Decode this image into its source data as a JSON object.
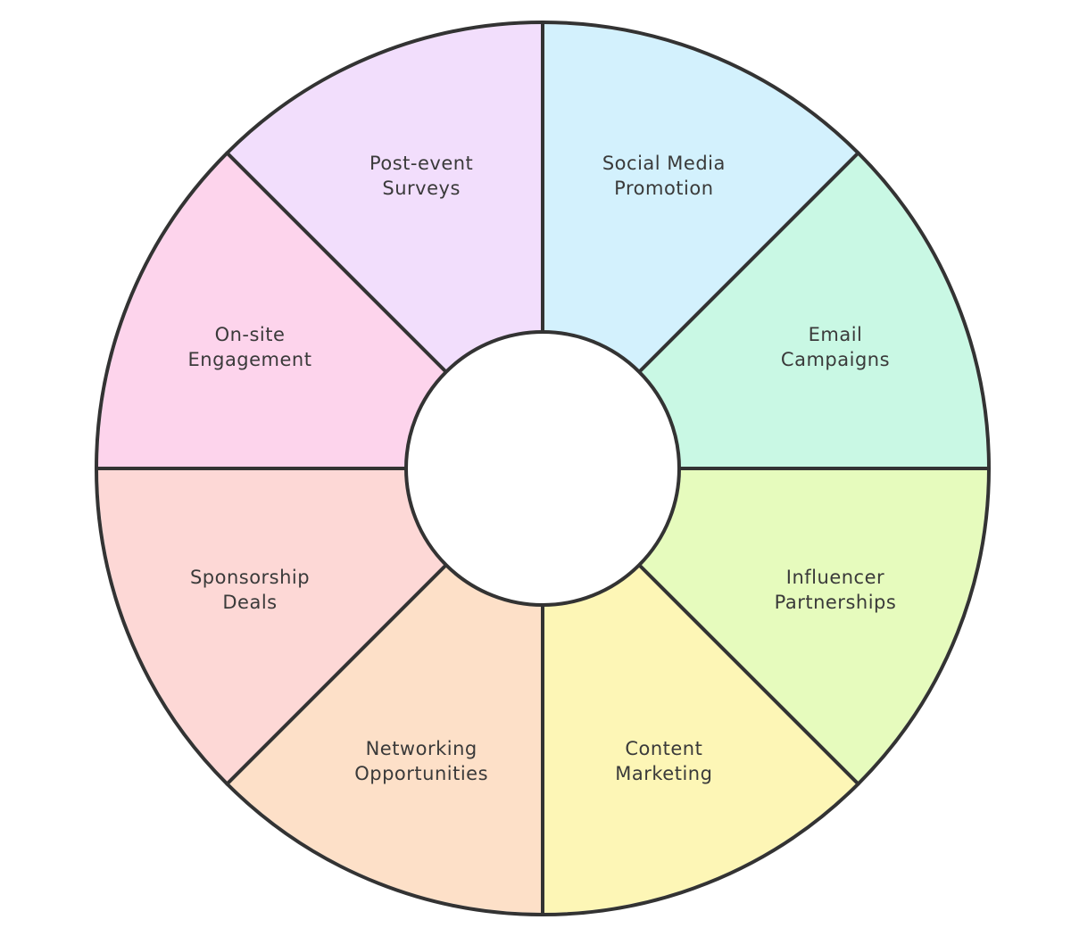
{
  "segments": [
    {
      "key": "social-media-promotion",
      "lines": [
        "Social Media",
        "Promotion"
      ],
      "color": "#d3f1fd"
    },
    {
      "key": "email-campaigns",
      "lines": [
        "Email",
        "Campaigns"
      ],
      "color": "#c9f8e4"
    },
    {
      "key": "influencer-partnerships",
      "lines": [
        "Influencer",
        "Partnerships"
      ],
      "color": "#e6fbbd"
    },
    {
      "key": "content-marketing",
      "lines": [
        "Content",
        "Marketing"
      ],
      "color": "#fdf6b6"
    },
    {
      "key": "networking-opportunities",
      "lines": [
        "Networking",
        "Opportunities"
      ],
      "color": "#fde0c8"
    },
    {
      "key": "sponsorship-deals",
      "lines": [
        "Sponsorship",
        "Deals"
      ],
      "color": "#fdd8d6"
    },
    {
      "key": "on-site-engagement",
      "lines": [
        "On-site",
        "Engagement"
      ],
      "color": "#fdd4ec"
    },
    {
      "key": "post-event-surveys",
      "lines": [
        "Post-event",
        "Surveys"
      ],
      "color": "#f2defc"
    }
  ],
  "colors": {
    "outline": "#333333",
    "text": "#3a3a3a",
    "hub": "#ffffff"
  }
}
